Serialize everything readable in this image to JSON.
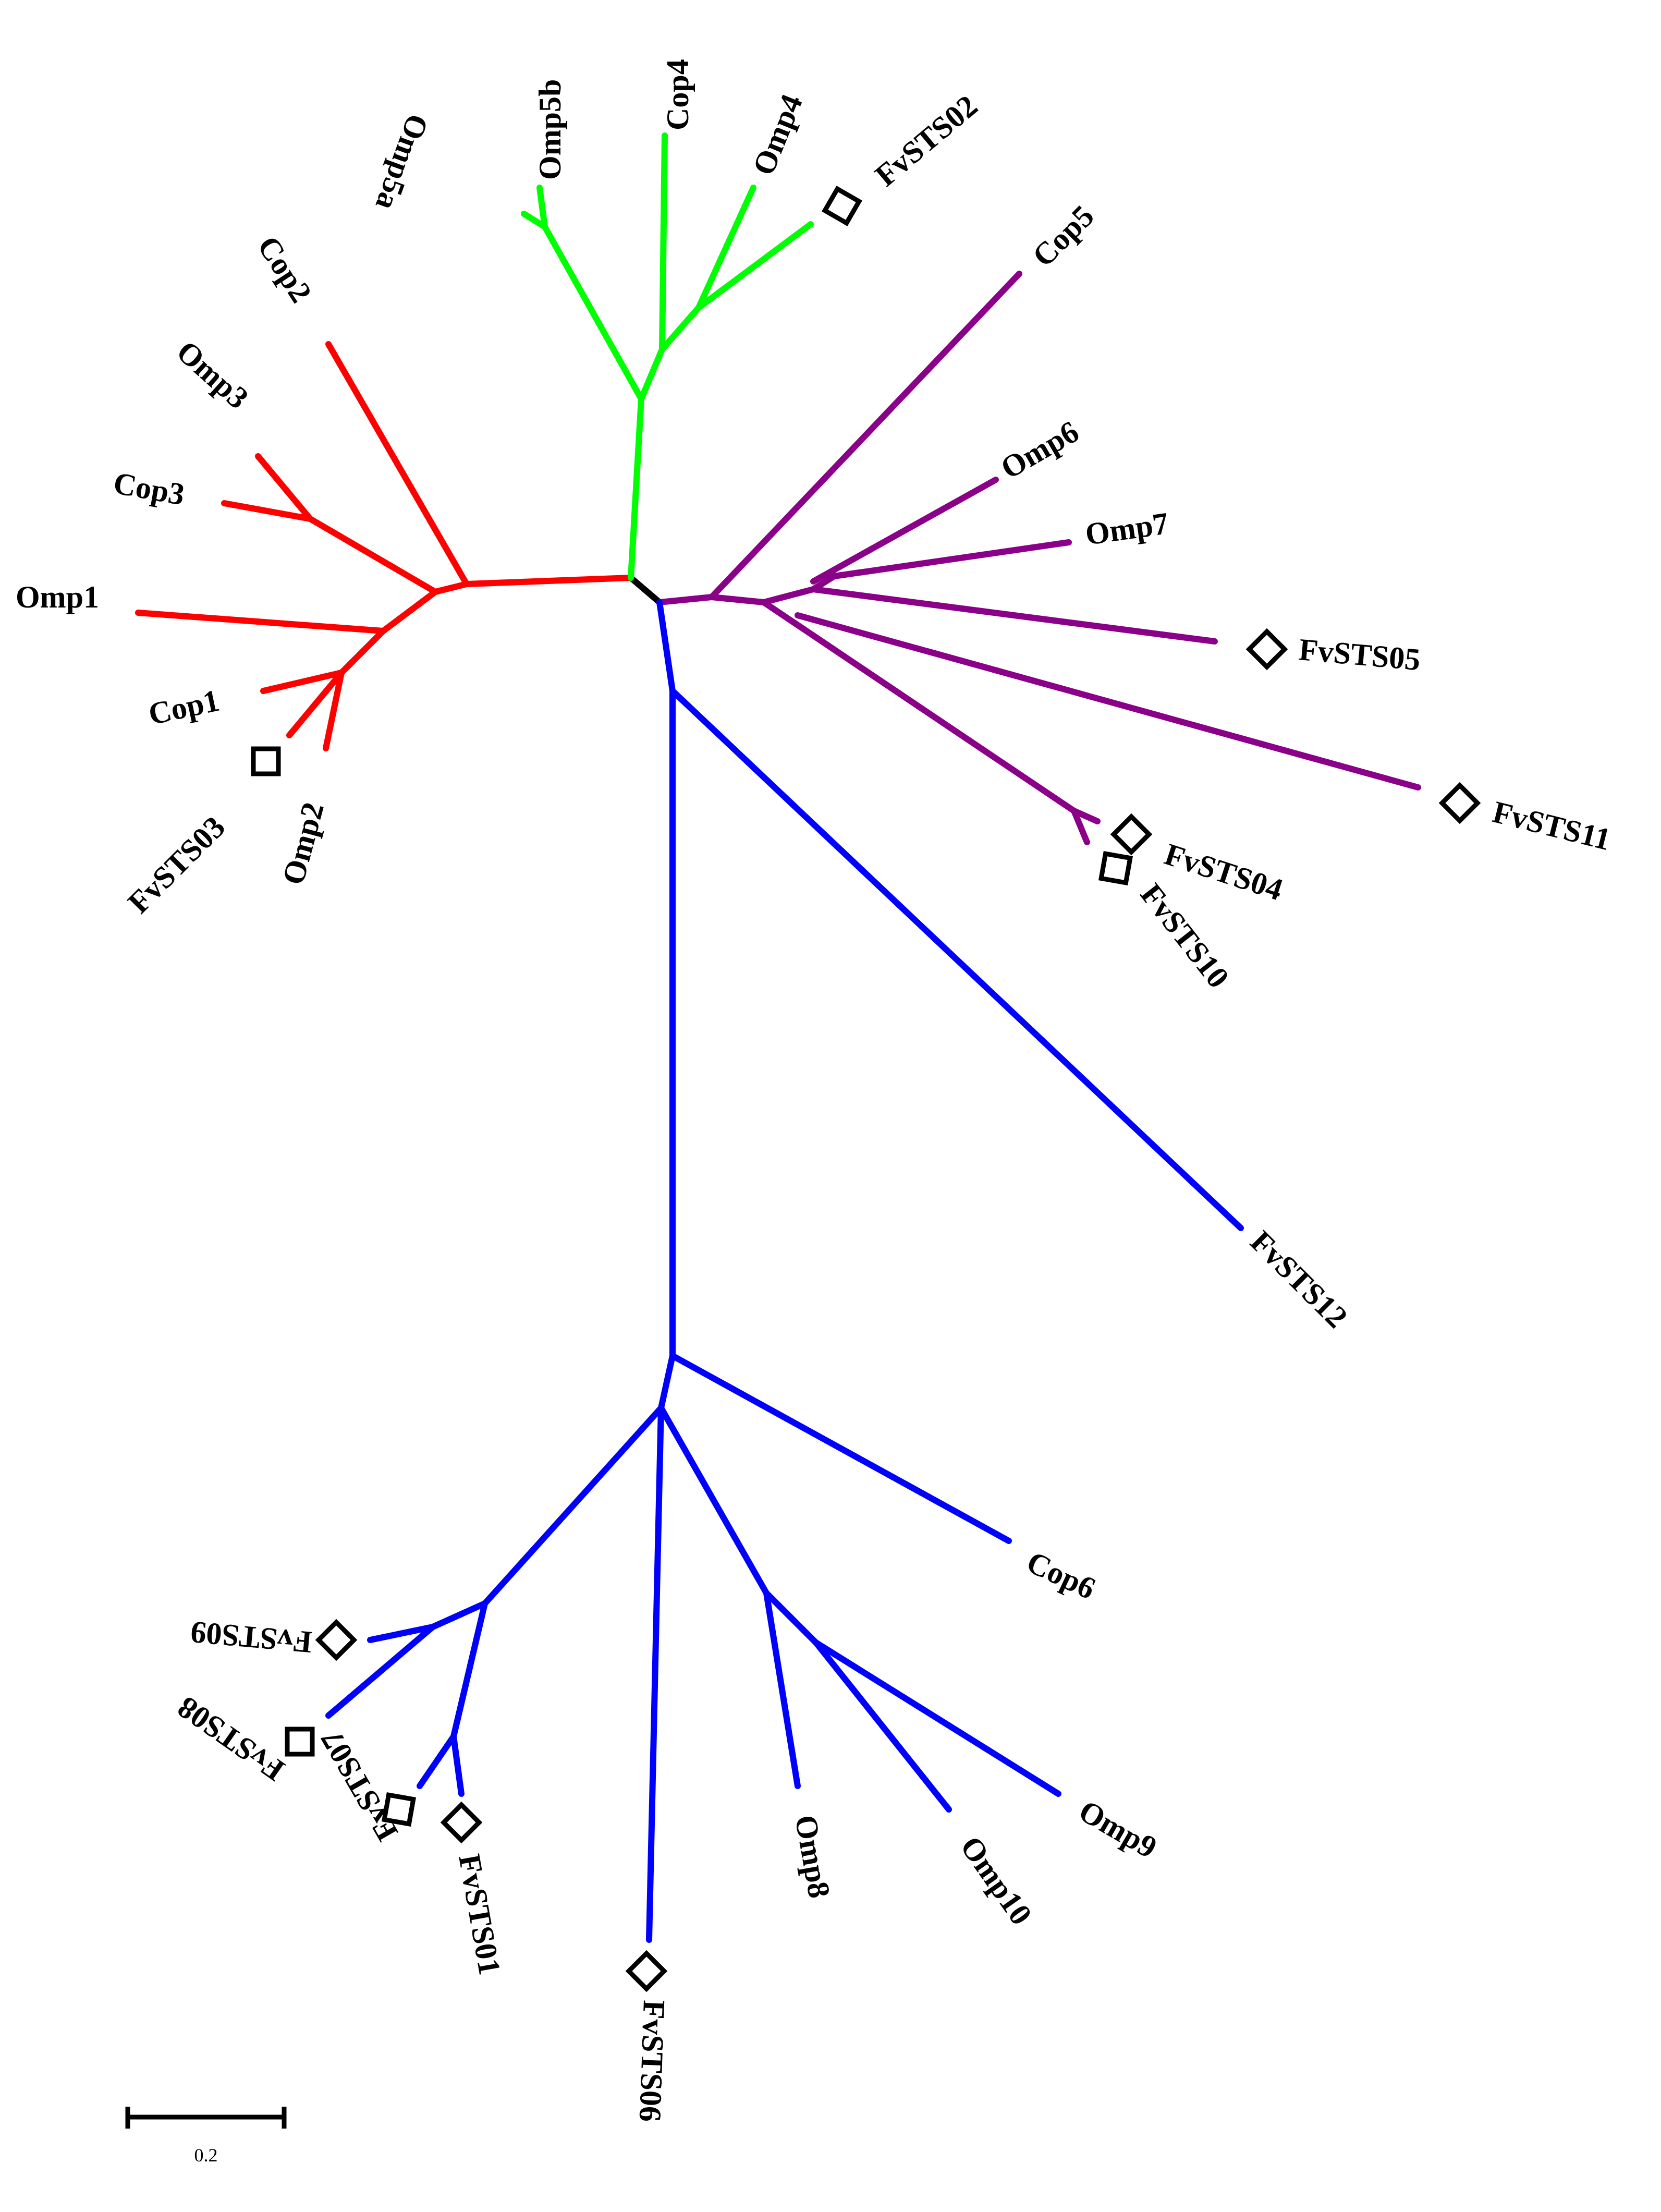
{
  "tree": {
    "colors": {
      "root": "#000000",
      "red_clade": "#ff0000",
      "green_clade": "#00ff00",
      "purple_clade": "#8b0089",
      "blue_clade": "#0000ff"
    },
    "labels": {
      "cop2": "Cop2",
      "omp3": "Omp3",
      "cop3": "Cop3",
      "omp1": "Omp1",
      "cop1": "Cop1",
      "fvsts03": "FvSTS03",
      "omp2": "Omp2",
      "omp5a": "Omp5a",
      "omp5b": "Omp5b",
      "cop4": "Cop4",
      "omp4": "Omp4",
      "fvsts02": "FvSTS02",
      "cop5": "Cop5",
      "omp6": "Omp6",
      "omp7": "Omp7",
      "fvsts05": "FvSTS05",
      "fvsts11": "FvSTS11",
      "fvsts04": "FvSTS04",
      "fvsts10": "FvSTS10",
      "fvsts12": "FvSTS12",
      "cop6": "Cop6",
      "omp9": "Omp9",
      "omp10": "Omp10",
      "omp8": "Omp8",
      "fvsts06": "FvSTS06",
      "fvsts01": "FvSTS01",
      "fvsts07": "FvSTS07",
      "fvsts08": "FvSTS08",
      "fvsts09": "FvSTS09"
    },
    "marker_shape": "open-diamond",
    "scale_bar": {
      "label": "0.2"
    }
  }
}
